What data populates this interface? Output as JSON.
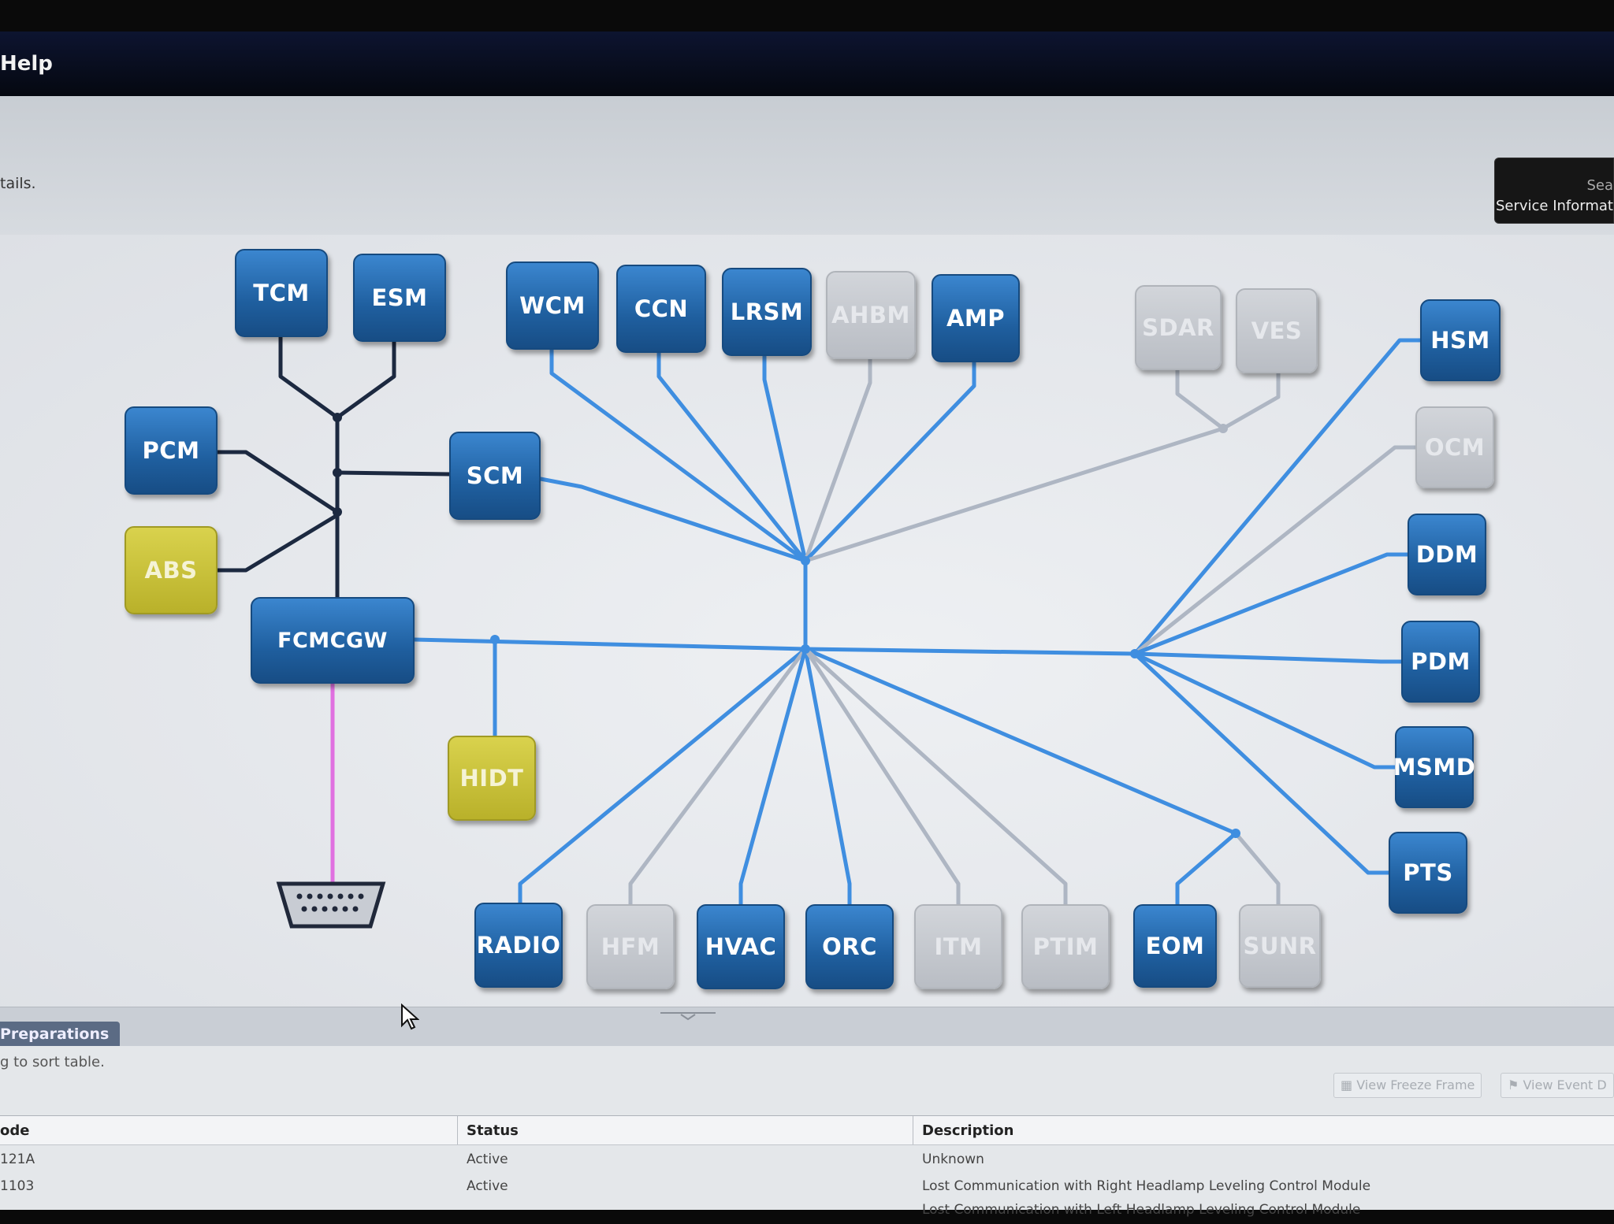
{
  "menu": {
    "help": "Help"
  },
  "info": {
    "hint": "tails."
  },
  "service_panel": {
    "search": "Sea",
    "label": "Service Informat"
  },
  "topology": {
    "modules": [
      {
        "id": "TCM",
        "label": "TCM",
        "status": "blue"
      },
      {
        "id": "ESM",
        "label": "ESM",
        "status": "blue"
      },
      {
        "id": "PCM",
        "label": "PCM",
        "status": "blue"
      },
      {
        "id": "ABS",
        "label": "ABS",
        "status": "yellow"
      },
      {
        "id": "SCM",
        "label": "SCM",
        "status": "blue"
      },
      {
        "id": "FCMCGW",
        "label": "FCMCGW",
        "status": "blue"
      },
      {
        "id": "HIDT",
        "label": "HIDT",
        "status": "yellow"
      },
      {
        "id": "WCM",
        "label": "WCM",
        "status": "blue"
      },
      {
        "id": "CCN",
        "label": "CCN",
        "status": "blue"
      },
      {
        "id": "LRSM",
        "label": "LRSM",
        "status": "blue"
      },
      {
        "id": "AHBM",
        "label": "AHBM",
        "status": "gray"
      },
      {
        "id": "AMP",
        "label": "AMP",
        "status": "blue"
      },
      {
        "id": "SDAR",
        "label": "SDAR",
        "status": "gray"
      },
      {
        "id": "VES",
        "label": "VES",
        "status": "gray"
      },
      {
        "id": "HSM",
        "label": "HSM",
        "status": "blue"
      },
      {
        "id": "OCM",
        "label": "OCM",
        "status": "gray"
      },
      {
        "id": "DDM",
        "label": "DDM",
        "status": "blue"
      },
      {
        "id": "PDM",
        "label": "PDM",
        "status": "blue"
      },
      {
        "id": "MSMD",
        "label": "MSMD",
        "status": "blue"
      },
      {
        "id": "PTS",
        "label": "PTS",
        "status": "blue"
      },
      {
        "id": "RADIO",
        "label": "RADIO",
        "status": "blue"
      },
      {
        "id": "HFM",
        "label": "HFM",
        "status": "gray"
      },
      {
        "id": "HVAC",
        "label": "HVAC",
        "status": "blue"
      },
      {
        "id": "ORC",
        "label": "ORC",
        "status": "blue"
      },
      {
        "id": "ITM",
        "label": "ITM",
        "status": "gray"
      },
      {
        "id": "PTIM",
        "label": "PTIM",
        "status": "gray"
      },
      {
        "id": "EOM",
        "label": "EOM",
        "status": "blue"
      },
      {
        "id": "SUNR",
        "label": "SUNR",
        "status": "gray"
      }
    ],
    "colors": {
      "bus_active": "#3f8ee0",
      "bus_inactive": "#aeb6c3",
      "bus_private": "#1c2940",
      "diag_link": "#e070e0"
    }
  },
  "bottom": {
    "tab_label": "Preparations",
    "sort_hint": "g to sort table.",
    "buttons": {
      "freeze_frame": "View Freeze Frame",
      "event": "View Event D"
    },
    "table": {
      "headers": [
        "ode",
        "Status",
        "Description"
      ],
      "rows": [
        [
          "121A",
          "Active",
          "Unknown"
        ],
        [
          "1103",
          "Active",
          "Lost Communication with Right Headlamp Leveling Control Module"
        ],
        [
          "",
          "",
          "Lost Communication with Left Headlamp Leveling Control Module"
        ]
      ]
    }
  }
}
